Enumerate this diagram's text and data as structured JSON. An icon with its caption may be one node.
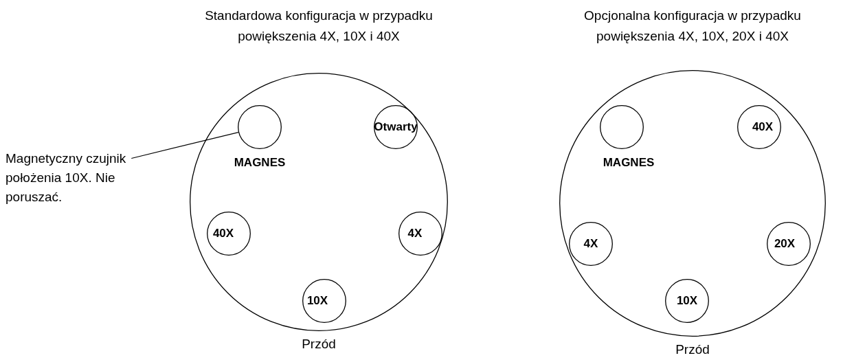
{
  "diagram": {
    "nodes": [
      {
        "text": [
          "Standardowa konfiguracja w przypadku powiększenia 4X, 10X i 40X"
        ],
        "beside": [
          "Przód"
        ]
      },
      {
        "text": [
          "MAGNES"
        ],
        "in": 0
      },
      {
        "text": [
          "Otwarty"
        ],
        "in": 0
      },
      {
        "text": [
          "40X"
        ],
        "in": 0
      },
      {
        "text": [
          "4X"
        ],
        "in": 0
      },
      {
        "text": [
          "10X"
        ],
        "in": 0
      },
      {
        "text": [
          "Magnetyczny czujnik położenia 10X. Nie poruszać."
        ]
      },
      {
        "text": [
          "Opcjonalna konfiguracja w przypadku powiększenia 4X, 10X, 20X i 40X"
        ],
        "beside": [
          "Przód"
        ]
      },
      {
        "text": [
          "MAGNES"
        ],
        "in": 7
      },
      {
        "text": [
          "40X"
        ],
        "in": 7
      },
      {
        "text": [
          "4X"
        ],
        "in": 7
      },
      {
        "text": [
          "20X"
        ],
        "in": 7
      },
      {
        "text": [
          "10X"
        ],
        "in": 7
      }
    ],
    "edges": [
      {
        "from": 6,
        "to": 1,
        "arrow": "none"
      }
    ]
  }
}
